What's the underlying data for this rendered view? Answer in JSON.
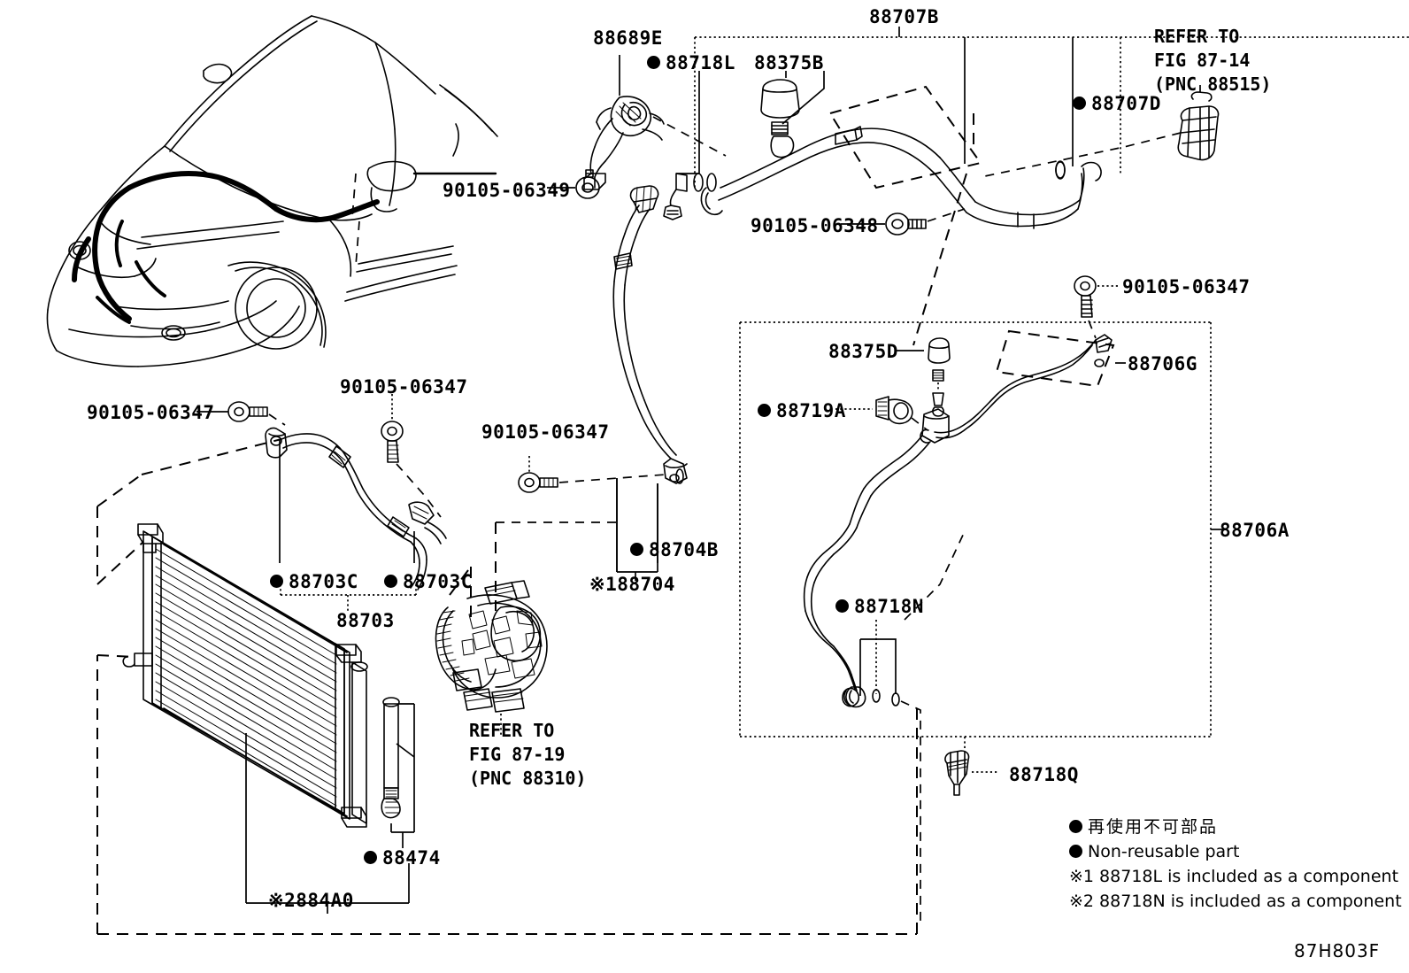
{
  "diagram": {
    "figure_code": "87H803F",
    "title_hidden": "Toyota A/C Piping and Condenser Assembly Parts Diagram"
  },
  "labels": {
    "p88707B": "88707B",
    "p88689E": "88689E",
    "p88718L": "88718L",
    "p88375B": "88375B",
    "p88707D": "88707D",
    "p90105_06349": "90105-06349",
    "p90105_06348": "90105-06348",
    "p90105_06347_right": "90105-06347",
    "p90105_06347_condenser": "90105-06347",
    "p90105_06347_mid": "90105-06347",
    "p90105_06347_left": "90105-06347",
    "p88375D": "88375D",
    "p88719A": "88719A",
    "p88706G": "88706G",
    "p88706A": "88706A",
    "p88703C_left": "88703C",
    "p88703C_right": "88703C",
    "p88703": "88703",
    "p88704B": "88704B",
    "p88704": "※188704",
    "p88718N": "88718N",
    "p88718Q": "88718Q",
    "p88474": "88474",
    "p884A0": "※2884A0"
  },
  "refer_blocks": {
    "fig87_14": "REFER TO\nFIG 87-14\n(PNC 88515)",
    "fig87_19": "REFER TO\nFIG 87-19\n(PNC 88310)"
  },
  "legend": {
    "line1_jp": "再使用不可部品",
    "line2_en": "Non-reusable part",
    "line3": "※1 88718L  is included as a component",
    "line4": "※2 88718N is included as a component"
  },
  "colors": {
    "ink": "#000000",
    "paper": "#ffffff"
  }
}
